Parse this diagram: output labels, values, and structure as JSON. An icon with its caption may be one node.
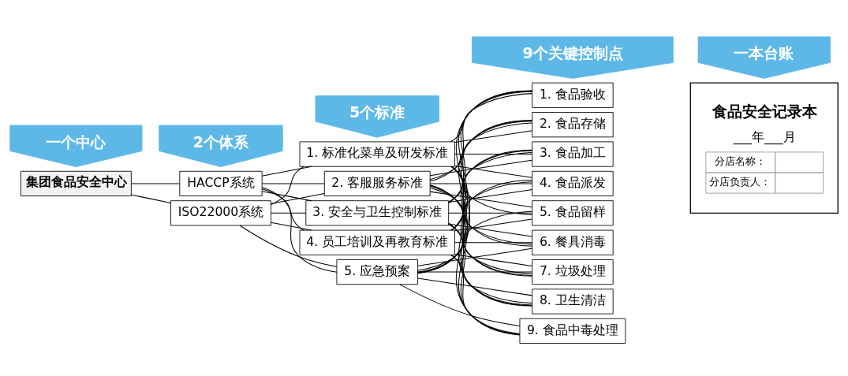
{
  "diagram": {
    "nodes": [
      {
        "text": [
          "一个中心"
        ]
      },
      {
        "text": [
          "2个体系"
        ]
      },
      {
        "text": [
          "5个标准"
        ]
      },
      {
        "text": [
          "9个关键控制点"
        ]
      },
      {
        "text": [
          "一本台账"
        ]
      },
      {
        "text": [
          "集团食品安全中心"
        ]
      },
      {
        "text": [
          "HACCP系统"
        ]
      },
      {
        "text": [
          "ISO22000系统"
        ]
      },
      {
        "text": [
          "1. 标准化菜单及研发标准"
        ]
      },
      {
        "text": [
          "2. 客服服务标准"
        ]
      },
      {
        "text": [
          "3. 安全与卫生控制标准"
        ]
      },
      {
        "text": [
          "4. 员工培训及再教育标准"
        ]
      },
      {
        "text": [
          "5. 应急预案"
        ]
      },
      {
        "text": [
          "1. 食品验收"
        ]
      },
      {
        "text": [
          "2. 食品存储"
        ]
      },
      {
        "text": [
          "3. 食品加工"
        ]
      },
      {
        "text": [
          "4. 食品派发"
        ]
      },
      {
        "text": [
          "5. 食品留样"
        ]
      },
      {
        "text": [
          "6. 餐具消毒"
        ]
      },
      {
        "text": [
          "7. 垃圾处理"
        ]
      },
      {
        "text": [
          "8. 卫生清洁"
        ]
      },
      {
        "text": [
          "9. 食品中毒处理"
        ]
      },
      {
        "text": [
          "食品安全记录本",
          "___年___月",
          "分店名称：",
          "分店负责人："
        ]
      }
    ],
    "edges": [
      {
        "from": 5,
        "to": 6,
        "arrow": "none"
      },
      {
        "from": 5,
        "to": 7,
        "arrow": "none"
      },
      {
        "from": 6,
        "to": 8,
        "arrow": "none"
      },
      {
        "from": 6,
        "to": 9,
        "arrow": "none"
      },
      {
        "from": 6,
        "to": 10,
        "arrow": "none"
      },
      {
        "from": 6,
        "to": 11,
        "arrow": "none"
      },
      {
        "from": 6,
        "to": 12,
        "arrow": "none"
      },
      {
        "from": 7,
        "to": 8,
        "arrow": "none"
      },
      {
        "from": 7,
        "to": 9,
        "arrow": "none"
      },
      {
        "from": 7,
        "to": 10,
        "arrow": "none"
      },
      {
        "from": 7,
        "to": 11,
        "arrow": "none"
      },
      {
        "from": 7,
        "to": 12,
        "arrow": "none"
      },
      {
        "from": 8,
        "to": 13,
        "arrow": "none"
      },
      {
        "from": 8,
        "to": 14,
        "arrow": "none"
      },
      {
        "from": 8,
        "to": 15,
        "arrow": "none"
      },
      {
        "from": 8,
        "to": 16,
        "arrow": "none"
      },
      {
        "from": 8,
        "to": 17,
        "arrow": "none"
      },
      {
        "from": 8,
        "to": 18,
        "arrow": "none"
      },
      {
        "from": 8,
        "to": 19,
        "arrow": "none"
      },
      {
        "from": 8,
        "to": 20,
        "arrow": "none"
      },
      {
        "from": 8,
        "to": 21,
        "arrow": "none"
      },
      {
        "from": 9,
        "to": 13,
        "arrow": "none"
      },
      {
        "from": 9,
        "to": 14,
        "arrow": "none"
      },
      {
        "from": 9,
        "to": 15,
        "arrow": "none"
      },
      {
        "from": 9,
        "to": 16,
        "arrow": "none"
      },
      {
        "from": 9,
        "to": 17,
        "arrow": "none"
      },
      {
        "from": 9,
        "to": 18,
        "arrow": "none"
      },
      {
        "from": 9,
        "to": 19,
        "arrow": "none"
      },
      {
        "from": 9,
        "to": 20,
        "arrow": "none"
      },
      {
        "from": 9,
        "to": 21,
        "arrow": "none"
      },
      {
        "from": 10,
        "to": 13,
        "arrow": "none"
      },
      {
        "from": 10,
        "to": 14,
        "arrow": "none"
      },
      {
        "from": 10,
        "to": 15,
        "arrow": "none"
      },
      {
        "from": 10,
        "to": 16,
        "arrow": "none"
      },
      {
        "from": 10,
        "to": 17,
        "arrow": "none"
      },
      {
        "from": 10,
        "to": 18,
        "arrow": "none"
      },
      {
        "from": 10,
        "to": 19,
        "arrow": "none"
      },
      {
        "from": 10,
        "to": 20,
        "arrow": "none"
      },
      {
        "from": 10,
        "to": 21,
        "arrow": "none"
      },
      {
        "from": 11,
        "to": 13,
        "arrow": "none"
      },
      {
        "from": 11,
        "to": 14,
        "arrow": "none"
      },
      {
        "from": 11,
        "to": 15,
        "arrow": "none"
      },
      {
        "from": 11,
        "to": 16,
        "arrow": "none"
      },
      {
        "from": 11,
        "to": 17,
        "arrow": "none"
      },
      {
        "from": 11,
        "to": 18,
        "arrow": "none"
      },
      {
        "from": 11,
        "to": 19,
        "arrow": "none"
      },
      {
        "from": 11,
        "to": 20,
        "arrow": "none"
      },
      {
        "from": 11,
        "to": 21,
        "arrow": "none"
      },
      {
        "from": 12,
        "to": 13,
        "arrow": "none"
      },
      {
        "from": 12,
        "to": 14,
        "arrow": "none"
      },
      {
        "from": 12,
        "to": 15,
        "arrow": "none"
      },
      {
        "from": 12,
        "to": 16,
        "arrow": "none"
      },
      {
        "from": 12,
        "to": 17,
        "arrow": "none"
      },
      {
        "from": 12,
        "to": 18,
        "arrow": "none"
      },
      {
        "from": 12,
        "to": 19,
        "arrow": "none"
      },
      {
        "from": 12,
        "to": 20,
        "arrow": "none"
      },
      {
        "from": 12,
        "to": 21,
        "arrow": "none"
      }
    ]
  }
}
